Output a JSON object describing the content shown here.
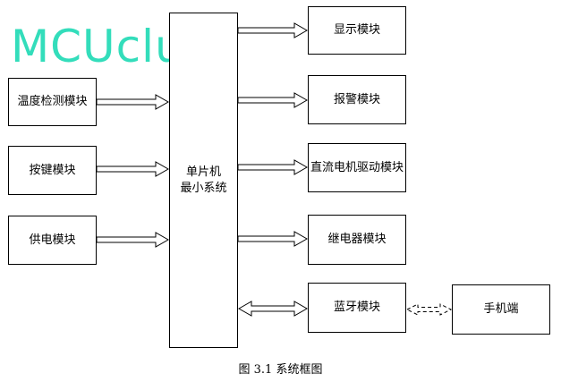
{
  "watermark": "MCUclub",
  "left_modules": [
    "温度检测模块",
    "按键模块",
    "供电模块"
  ],
  "mcu": {
    "line1": "单片机",
    "line2": "最小系统"
  },
  "right_modules": [
    "显示模块",
    "报警模块",
    "直流电机驱动模块",
    "继电器模块",
    "蓝牙模块"
  ],
  "phone": "手机端",
  "caption": "图 3.1  系统框图"
}
